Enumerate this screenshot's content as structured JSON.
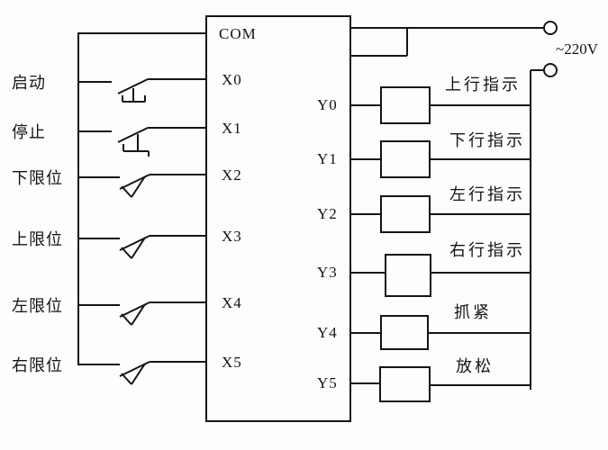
{
  "diagram_type": "plc-io-wiring-diagram",
  "power": {
    "label": "~220V"
  },
  "plc": {
    "com_label": "COM"
  },
  "inputs": [
    {
      "terminal": "X0",
      "device": "启动",
      "switch_icon": "pushbutton-no-icon"
    },
    {
      "terminal": "X1",
      "device": "停止",
      "switch_icon": "pushbutton-nc-icon"
    },
    {
      "terminal": "X2",
      "device": "下限位",
      "switch_icon": "limit-switch-icon"
    },
    {
      "terminal": "X3",
      "device": "上限位",
      "switch_icon": "limit-switch-icon"
    },
    {
      "terminal": "X4",
      "device": "左限位",
      "switch_icon": "limit-switch-icon"
    },
    {
      "terminal": "X5",
      "device": "右限位",
      "switch_icon": "limit-switch-icon"
    }
  ],
  "outputs": [
    {
      "terminal": "Y0",
      "device": "上行指示"
    },
    {
      "terminal": "Y1",
      "device": "下行指示"
    },
    {
      "terminal": "Y2",
      "device": "左行指示"
    },
    {
      "terminal": "Y3",
      "device": "右行指示"
    },
    {
      "terminal": "Y4",
      "device": "抓紧"
    },
    {
      "terminal": "Y5",
      "device": "放松"
    }
  ],
  "colors": {
    "line": "#151515",
    "background": "#fdfdfd"
  }
}
